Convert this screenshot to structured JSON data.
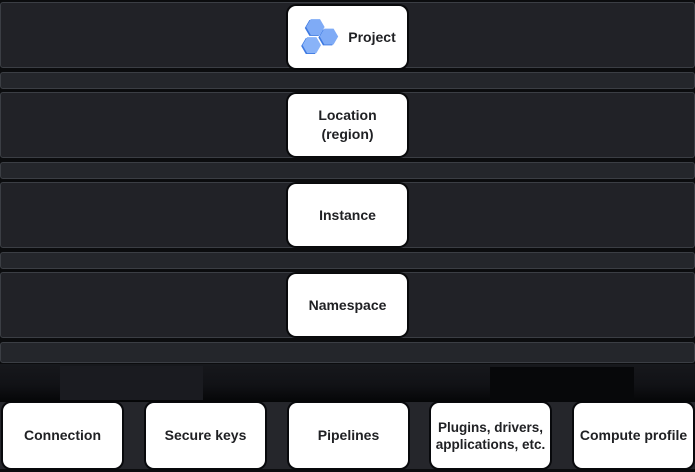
{
  "diagram": {
    "type": "resource-hierarchy",
    "hierarchy_nodes": [
      {
        "id": "project",
        "label": "Project",
        "icon": "data-fusion-hexagons-icon"
      },
      {
        "id": "location",
        "label": "Location (region)",
        "line1": "Location",
        "line2": "(region)"
      },
      {
        "id": "instance",
        "label": "Instance"
      },
      {
        "id": "namespace",
        "label": "Namespace"
      }
    ],
    "namespace_items": [
      {
        "id": "connection",
        "label": "Connection"
      },
      {
        "id": "secure_keys",
        "label": "Secure keys"
      },
      {
        "id": "pipelines",
        "label": "Pipelines"
      },
      {
        "id": "plugins",
        "label": "Plugins, drivers, applications, etc.",
        "line1": "Plugins, drivers,",
        "line2": "applications, etc."
      },
      {
        "id": "compute_profile",
        "label": "Compute profile"
      }
    ],
    "colors": {
      "page_background": "#0b0c0e",
      "band_fill": "#212227",
      "band_border": "#3b3e44",
      "node_background": "#ffffff",
      "node_text": "#202124",
      "hexagon_dark_blue": "#3d79e1",
      "hexagon_light_blue": "#7fabf6"
    }
  }
}
